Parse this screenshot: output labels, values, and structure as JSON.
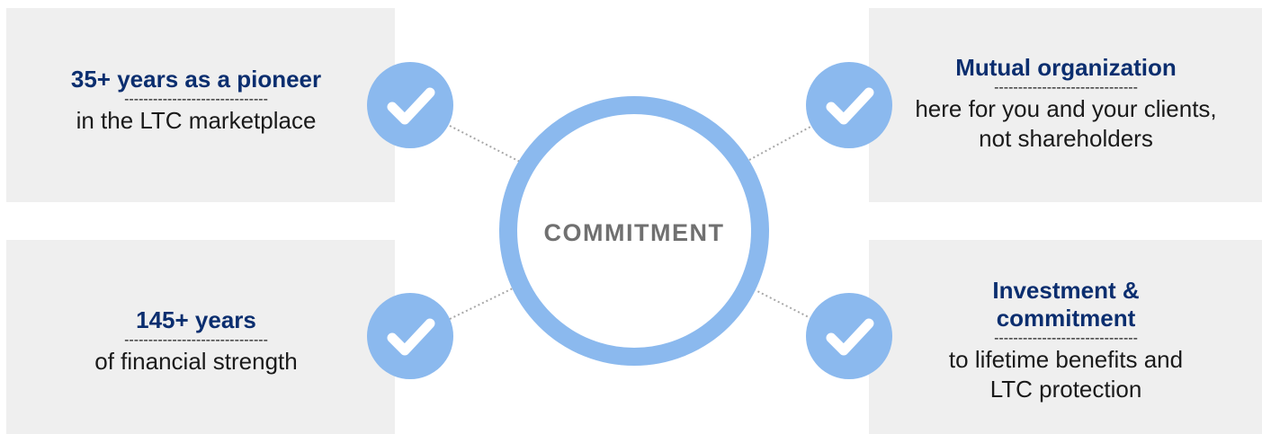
{
  "hub": {
    "label": "COMMITMENT"
  },
  "items": [
    {
      "title": "35+ years as a pioneer",
      "separator": "------------------------------",
      "description": "in the LTC marketplace"
    },
    {
      "title": "145+ years",
      "separator": "------------------------------",
      "description": "of financial strength"
    },
    {
      "title": "Mutual organization",
      "separator": "------------------------------",
      "description": "here for you and your clients, not shareholders"
    },
    {
      "title": "Investment & commitment",
      "separator": "------------------------------",
      "description": "to lifetime benefits and LTC protection"
    }
  ],
  "colors": {
    "accent_blue": "#8bb9ee",
    "title_navy": "#0b2e6f",
    "panel_gray": "#efefef",
    "hub_text": "#707070"
  },
  "icons": {
    "check": "check-icon"
  }
}
